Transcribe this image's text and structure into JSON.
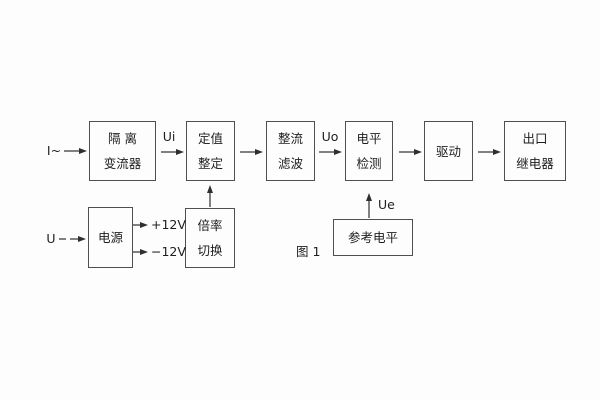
{
  "figure": {
    "caption": "图 1",
    "colors": {
      "background": "#fdfdfd",
      "box_border": "#4f4f4f",
      "wire": "#2f2f2f",
      "text": "#1e1e1e"
    }
  },
  "blocks": [
    {
      "name": "isolation-transformer",
      "lines": [
        "隔 离",
        "变流器"
      ]
    },
    {
      "name": "setpoint-adjust",
      "lines": [
        "定值",
        "整定"
      ]
    },
    {
      "name": "rectifier-filter",
      "lines": [
        "整流",
        "滤波"
      ]
    },
    {
      "name": "level-detector",
      "lines": [
        "电平",
        "检测"
      ]
    },
    {
      "name": "driver",
      "lines": [
        "驱动"
      ]
    },
    {
      "name": "output-relay",
      "lines": [
        "出口",
        "继电器"
      ]
    },
    {
      "name": "power-supply",
      "lines": [
        "电源"
      ]
    },
    {
      "name": "ratio-switch",
      "lines": [
        "倍率",
        "切换"
      ]
    },
    {
      "name": "reference-level",
      "lines": [
        "参考电平"
      ]
    }
  ],
  "signals": {
    "input_current": "I~",
    "input_voltage": "U",
    "ui": "Ui",
    "uo": "Uo",
    "ue": "Ue",
    "plus_12v": "+12V",
    "minus_12v": "−12V"
  }
}
